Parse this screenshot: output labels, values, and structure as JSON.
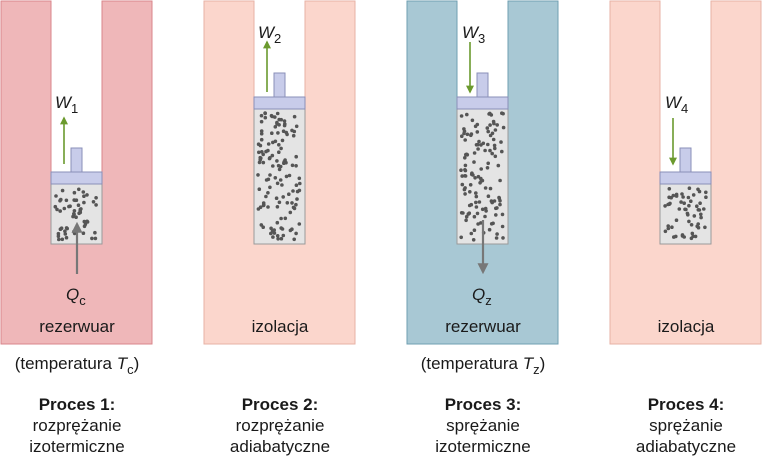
{
  "colors": {
    "reservoir_hot": "#efb7b9",
    "reservoir_hot_border": "#d9868b",
    "insulation": "#fbd6cc",
    "insulation_border": "#e7b2a5",
    "reservoir_cold": "#a8c8d4",
    "reservoir_cold_border": "#6f9fb2",
    "gas": "#e4e4e4",
    "dot": "#555555",
    "piston": "#c8ccea",
    "work_arrow": "#6b9a2e",
    "heat_arrow": "#777777"
  },
  "stages": [
    {
      "label": "rezerwuar",
      "temp_prefix": "(temperatura ",
      "temp_symbol": "T",
      "temp_sub": "c",
      "temp_suffix": ")",
      "work_symbol": "W",
      "work_sub": "1",
      "work_direction": "up",
      "heat_symbol": "Q",
      "heat_sub": "c",
      "heat_direction": "in",
      "caption_title": "Proces 1:",
      "caption_line1": "rozprężanie",
      "caption_line2": "izotermiczne"
    },
    {
      "label": "izolacja",
      "work_symbol": "W",
      "work_sub": "2",
      "work_direction": "up",
      "caption_title": "Proces 2:",
      "caption_line1": "rozprężanie",
      "caption_line2": "adiabatyczne"
    },
    {
      "label": "rezerwuar",
      "temp_prefix": "(temperatura ",
      "temp_symbol": "T",
      "temp_sub": "z",
      "temp_suffix": ")",
      "work_symbol": "W",
      "work_sub": "3",
      "work_direction": "down",
      "heat_symbol": "Q",
      "heat_sub": "z",
      "heat_direction": "out",
      "caption_title": "Proces 3:",
      "caption_line1": "sprężanie",
      "caption_line2": "izotermiczne"
    },
    {
      "label": "izolacja",
      "work_symbol": "W",
      "work_sub": "4",
      "work_direction": "down",
      "caption_title": "Proces 4:",
      "caption_line1": "sprężanie",
      "caption_line2": "adiabatyczne"
    }
  ]
}
